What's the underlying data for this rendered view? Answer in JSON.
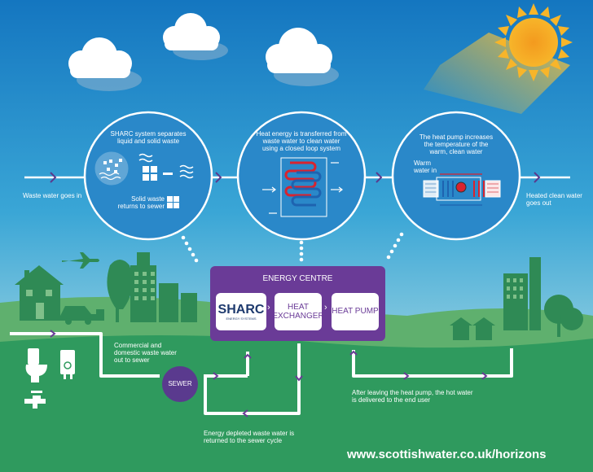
{
  "colors": {
    "sky_top": "#1a7ec4",
    "sky_bottom": "#c8e8e8",
    "grass": "#5aa86a",
    "grass_dark": "#2f8a55",
    "purple": "#6a3b97",
    "sun": "#f4b400",
    "pipe": "#ffffff",
    "red": "#d9232e",
    "blue": "#1e63b0"
  },
  "icons": [
    "cloud-icon",
    "sun-icon",
    "toilet-icon",
    "boiler-icon",
    "tap-icon",
    "aeroplane-icon",
    "house-icon",
    "car-icon",
    "tree-icon",
    "building-icon"
  ],
  "flow": {
    "inlet_label": "Waste water goes in",
    "outlet_label": "Heated clean water goes out"
  },
  "circles": {
    "sharc": {
      "text": "SHARC system separates liquid and solid waste",
      "solid_text": "Solid waste returns to sewer"
    },
    "exchanger": {
      "text": "Heat energy is transferred from waste water to clean water using a closed loop system"
    },
    "pump": {
      "text": "The heat pump increases the temperature of the warm, clean water",
      "warm_label": "Warm water in"
    }
  },
  "energy_centre": {
    "title": "ENERGY CENTRE",
    "logo_text": "SHARC",
    "logo_tagline": "ENERGY SYSTEMS",
    "heat_exchanger": "HEAT EXCHANGER",
    "heat_pump": "HEAT PUMP"
  },
  "bottom": {
    "commercial_text": "Commercial and domestic waste water out to sewer",
    "sewer_label": "SEWER",
    "depleted_text": "Energy depleted waste water is returned to the sewer cycle",
    "delivered_text": "After leaving the heat pump, the hot water is delivered to the end user",
    "website": "www.scottishwater.co.uk/horizons"
  }
}
